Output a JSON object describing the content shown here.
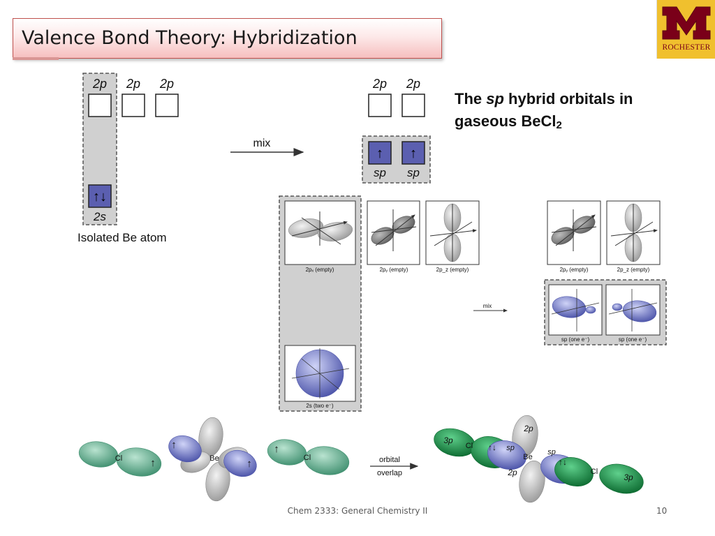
{
  "slide": {
    "title": "Valence Bond Theory: Hybridization",
    "logo_text": "ROCHESTER",
    "logo_letter": "M",
    "footer": "Chem 2333: General Chemistry II",
    "page_number": "10"
  },
  "caption": {
    "line1_pre": "The ",
    "line1_em": "sp",
    "line1_post": " hybrid orbitals in",
    "line2": "gaseous BeCl",
    "line2_sub": "2"
  },
  "top_diagram": {
    "left_labels": [
      "2p",
      "2p",
      "2p",
      "2s"
    ],
    "left_electrons": "↑↓",
    "left_caption": "Isolated Be atom",
    "arrow_label": "mix",
    "right_p_labels": [
      "2p",
      "2p"
    ],
    "right_sp_labels": [
      "sp",
      "sp"
    ],
    "right_electron": "↑"
  },
  "mid_diagram": {
    "left_captions": [
      "2pₓ (empty)",
      "2pᵧ (empty)",
      "2p_z (empty)",
      "2s (two e⁻)"
    ],
    "arrow_label": "mix",
    "right_captions": [
      "2pᵧ (empty)",
      "2p_z (empty)",
      "sp (one e⁻)",
      "sp (one e⁻)"
    ]
  },
  "bottom_diagram": {
    "cl_label": "Cl",
    "be_label": "Be",
    "electron": "↑",
    "pair": "↑↓",
    "arrow_label_1": "orbital",
    "arrow_label_2": "overlap",
    "p3_label": "3p",
    "p2_label": "2p",
    "sp_label": "sp"
  },
  "colors": {
    "title_border": "#c0504d",
    "logo_bg": "#f0c02e",
    "logo_maroon": "#7a0019",
    "orbital_box_fill": "#5b5fb0",
    "cl_green": "#5fae8f",
    "cl_dark_green": "#128a42",
    "be_blue": "#7a82d0",
    "gray_lobe": "#b8b8b8"
  }
}
